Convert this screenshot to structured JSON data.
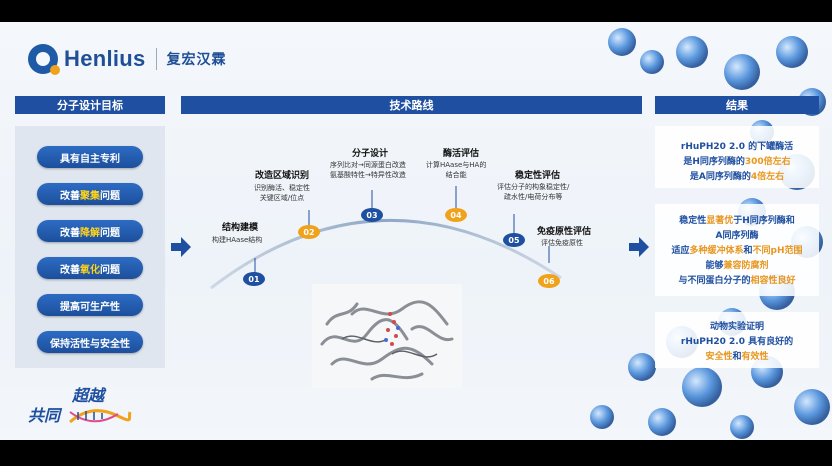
{
  "brand": {
    "name_en": "Henlius",
    "name_cn": "复宏汉霖"
  },
  "headers": {
    "goal": "分子设计目标",
    "route": "技术路线",
    "result": "结果"
  },
  "goals": [
    {
      "pre": "具有自主专利",
      "hl": "",
      "post": ""
    },
    {
      "pre": "改善",
      "hl": "聚集",
      "post": "问题"
    },
    {
      "pre": "改善",
      "hl": "降解",
      "post": "问题"
    },
    {
      "pre": "改善",
      "hl": "氧化",
      "post": "问题"
    },
    {
      "pre": "提高可生产性",
      "hl": "",
      "post": ""
    },
    {
      "pre": "保持活性与安全性",
      "hl": "",
      "post": ""
    }
  ],
  "steps": [
    {
      "num": "01",
      "title": "结构建模",
      "desc": [
        "构建HAase结构"
      ]
    },
    {
      "num": "02",
      "title": "改造区域识别",
      "desc": [
        "识别酶活、稳定性",
        "关键区域/位点"
      ]
    },
    {
      "num": "03",
      "title": "分子设计",
      "desc": [
        "序列比对→同源蛋白改造",
        "氨基酸特性→特异性改造"
      ]
    },
    {
      "num": "04",
      "title": "酶活评估",
      "desc": [
        "计算HAase与HA的",
        "结合能"
      ]
    },
    {
      "num": "05",
      "title": "稳定性评估",
      "desc": [
        "评估分子的构象稳定性/",
        "疏水性/电荷分布等"
      ]
    },
    {
      "num": "06",
      "title": "免疫原性评估",
      "desc": [
        "评估免疫原性"
      ]
    }
  ],
  "results": {
    "box1": {
      "line1": "rHuPH20 2.0 的下罐酶活",
      "line2_pre": "是H同序列酶的",
      "line2_hl": "300倍左右",
      "line3_pre": "是A同序列酶的",
      "line3_hl": "4倍左右"
    },
    "box2": {
      "l1_pre": "稳定性",
      "l1_hl": "显著优",
      "l1_post": "于H同序列酶和",
      "l2": "A同序列酶",
      "l3_pre": "适应",
      "l3_hl1": "多种缓冲体系",
      "l3_mid": "和",
      "l3_hl2": "不同pH范围",
      "l4_pre": "能够",
      "l4_hl": "兼容防腐剂",
      "l5_pre": "与不同蛋白分子的",
      "l5_hl": "相容性良好"
    },
    "box3": {
      "line1": "动物实验证明",
      "line2": "rHuPH20 2.0 具有良好的",
      "l3_hl1": "安全性",
      "l3_mid": "和",
      "l3_hl2": "有效性"
    }
  },
  "slogan": {
    "a": "超越",
    "b": "共同"
  },
  "colors": {
    "primary": "#1f4fa0",
    "accent": "#f0a21b",
    "highlight": "#ffd21a"
  },
  "icons": [
    "arrow-right-icon",
    "logo-icon",
    "protein-structure-image",
    "dna-helix-image"
  ]
}
